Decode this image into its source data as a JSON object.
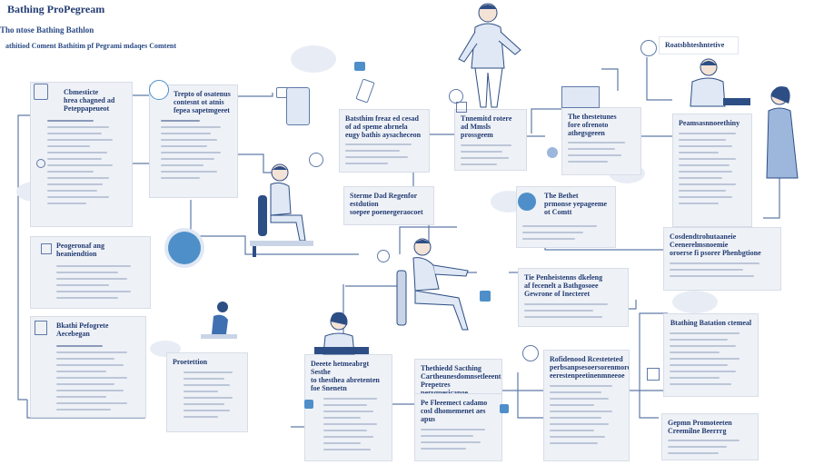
{
  "header": {
    "title": "Bathing ProPegream",
    "subtitle1": "Tho ntose Bathing Bathlon",
    "subtitle2": "athitiod Coment Bathitim pf Pegrami mdaqes Comtent"
  },
  "cards": {
    "c1": {
      "h1": "Cbmesticte",
      "h2": "hrea chagned ad",
      "h3": "Peteppapeueot"
    },
    "c2": {
      "h1": "Trepto of osatenus",
      "h2": "contesnt ot atnis",
      "h3": "fepea sapetmgeeet"
    },
    "c3": {
      "h1": "Batsthim freaz ed cesad",
      "h2": "of ad speme abrnela",
      "h3": "eugy bathis aysacheceon"
    },
    "c4": {
      "h1": "Tnnemitd rotere",
      "h2": "ad Mmsls prossgeem"
    },
    "c5": {
      "h1": "The thestetunes",
      "h2": "fore ofrenoto",
      "h3": "athegsgeeen"
    },
    "c6": {
      "h1": "Roatsbhteshntetive"
    },
    "c7": {
      "h1": "Peamsasnnoeethiny"
    },
    "c8": {
      "h1": "Sterme Dad Regenfor estdution",
      "h2": "soepee poeneegeraocoet"
    },
    "c9": {
      "h1": "The Bethet",
      "h2": "prmonse yepageeme ot Comtt"
    },
    "c10": {
      "h1": "Peogeronaf ang heaniendtion"
    },
    "c11": {
      "h1": "Cosdendtrohutaaneie",
      "h2": "Ceenerelmsnoemie",
      "h3": "oroerse fi psorer Phenbgtione"
    },
    "c12": {
      "h1": "Tie Penheistenns dkeleng",
      "h2": "af fecenelt a Bathgosoee",
      "h3": "Gewrone of Inecteret"
    },
    "c13": {
      "h1": "Bkathi Pefogrete Aecebegan"
    },
    "c14": {
      "h1": "Proetettion"
    },
    "c15": {
      "h1": "Deeete hetmeabrgt Sesthe",
      "h2": "to thesthea abretenten",
      "h3": "foe Snenetn"
    },
    "c16": {
      "h1": "Thethiedd Sacthing",
      "h2": "Cartheunesdomnsetleeent",
      "h3": "Prepetres persquesicanoe"
    },
    "c17": {
      "h1": "Rofidenood Rcesteteted",
      "h2": "perbsanpsesoersorenmore",
      "h3": "eerestenpeetinenmneeoe"
    },
    "c18": {
      "h1": "Btathing Batation ctemeal"
    },
    "c19": {
      "h1": "Gepmn Promoteeten",
      "h2": "Creemilne Beerrrg"
    },
    "c20": {
      "h1": "Pe Fleeemect cadamo",
      "h2": "cosl dhomemenet aes",
      "h3": "apus"
    }
  },
  "colors": {
    "accent": "#4e8fc9",
    "text": "#233c73",
    "card": "#eef1f6",
    "wire": "#5f7aa8"
  }
}
